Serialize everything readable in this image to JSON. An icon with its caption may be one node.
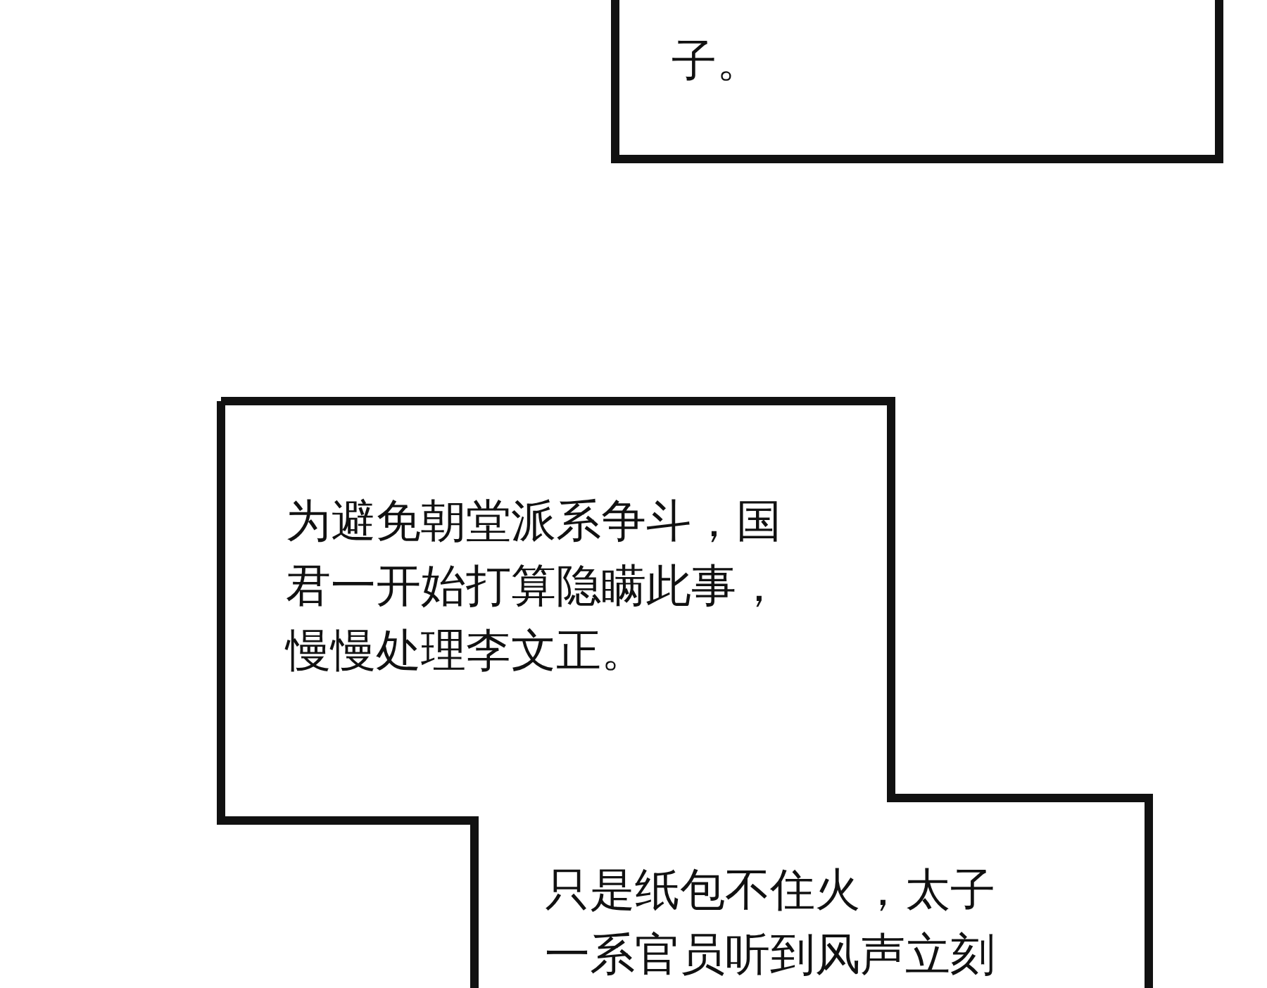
{
  "diagram": {
    "nodes": [
      {
        "text": [
          "子。"
        ]
      },
      {
        "text": [
          "为避免朝堂派系争斗，国君一开始打算隐瞒此事，慢慢处理李文正。"
        ]
      },
      {
        "text": [
          "只是纸包不住火，太子一系官员听到风声立刻"
        ]
      }
    ]
  }
}
